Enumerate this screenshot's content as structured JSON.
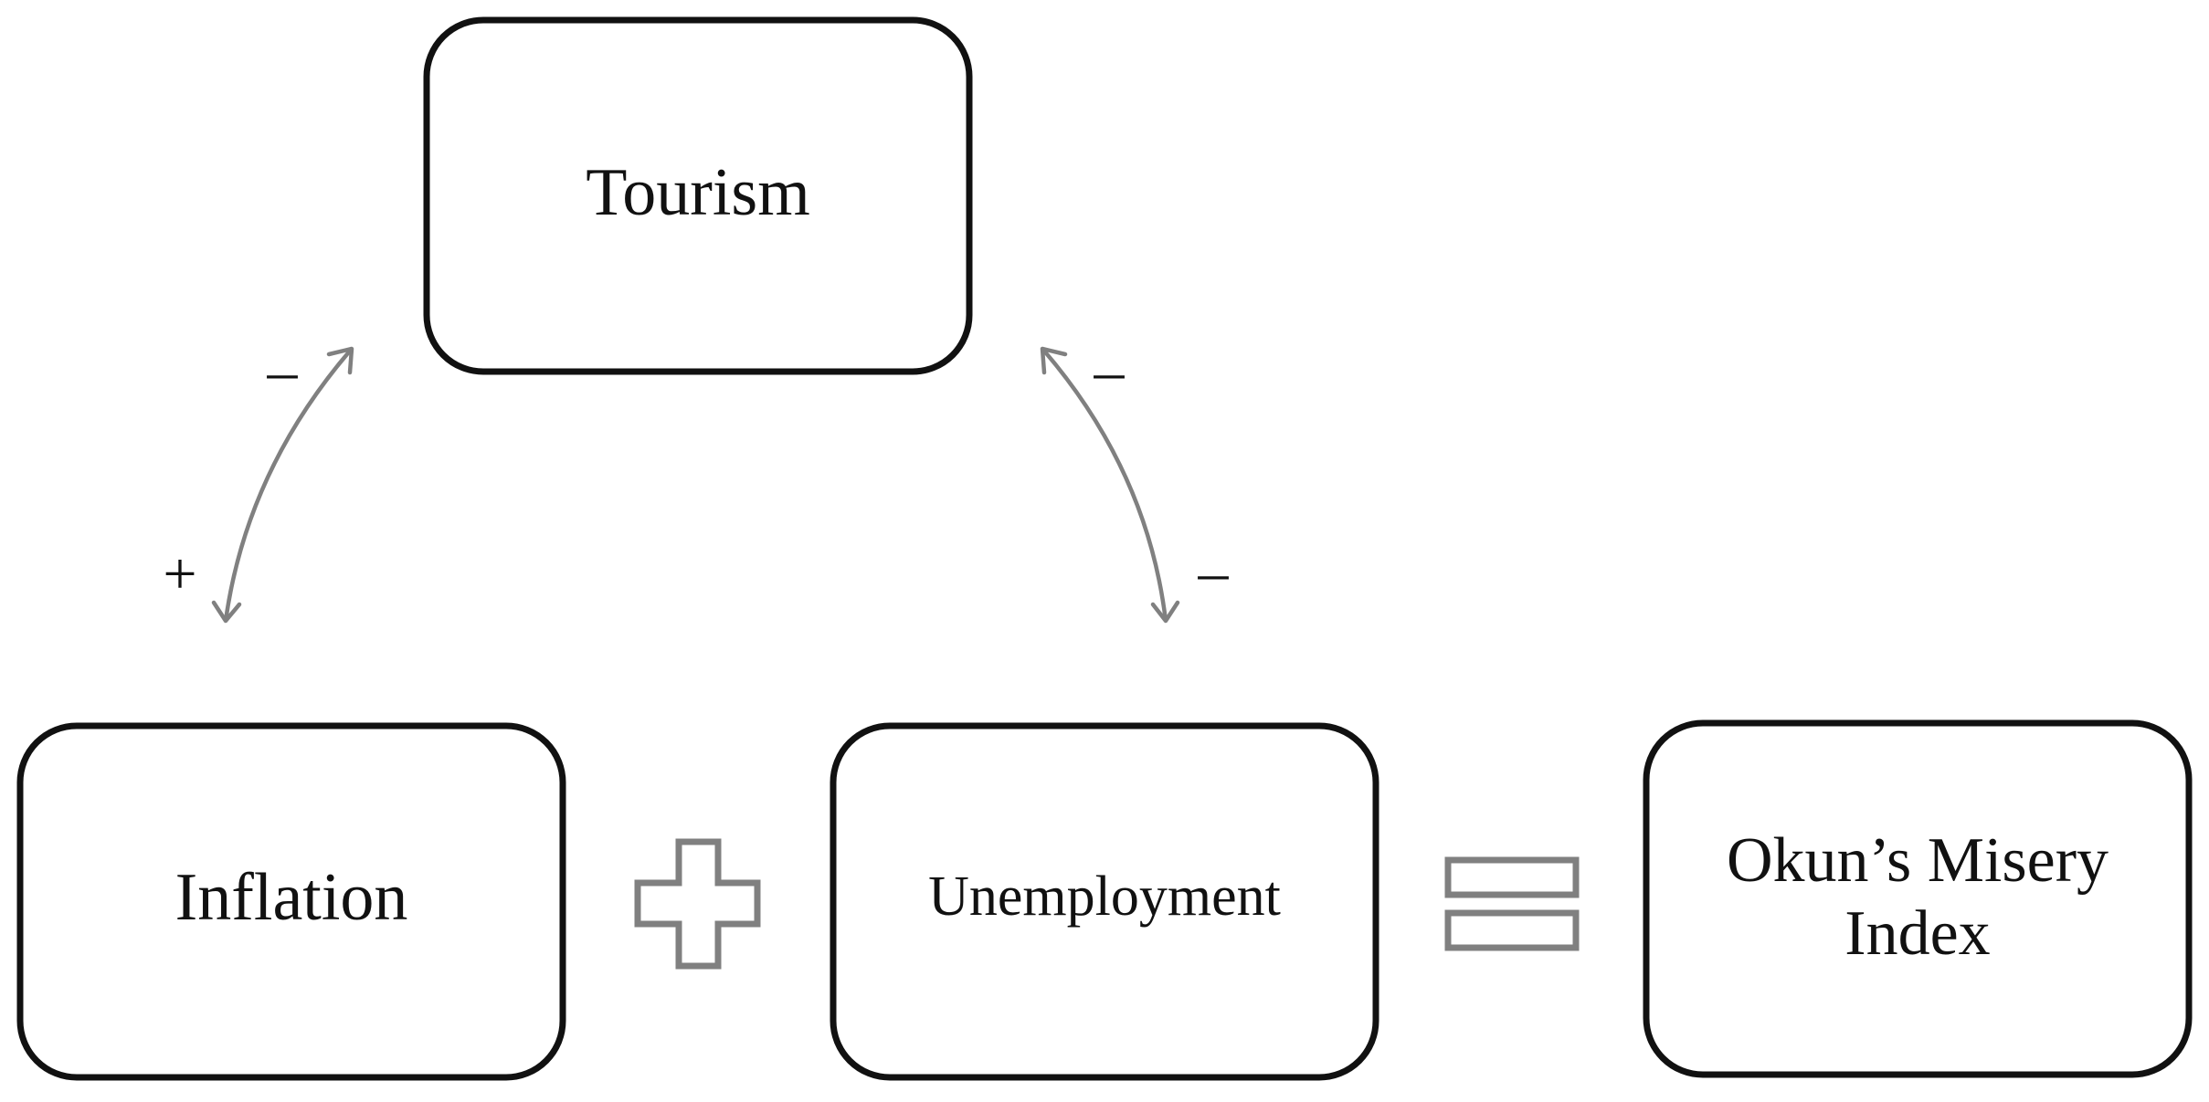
{
  "nodes": {
    "tourism": "Tourism",
    "inflation": "Inflation",
    "unemployment": "Unemployment",
    "misery_index": {
      "line1": "Okun’s Misery",
      "line2": "Index"
    }
  },
  "links": {
    "tourism_inflation": {
      "sign_at_tourism": "–",
      "sign_at_inflation": "+"
    },
    "tourism_unemployment": {
      "sign_at_tourism": "–",
      "sign_at_unemployment": "–"
    }
  },
  "colors": {
    "box_border": "#111111",
    "arrows": "#808080",
    "operators": "#808080"
  },
  "operators": {
    "plus": "plus-icon",
    "equals": "equals-icon"
  }
}
